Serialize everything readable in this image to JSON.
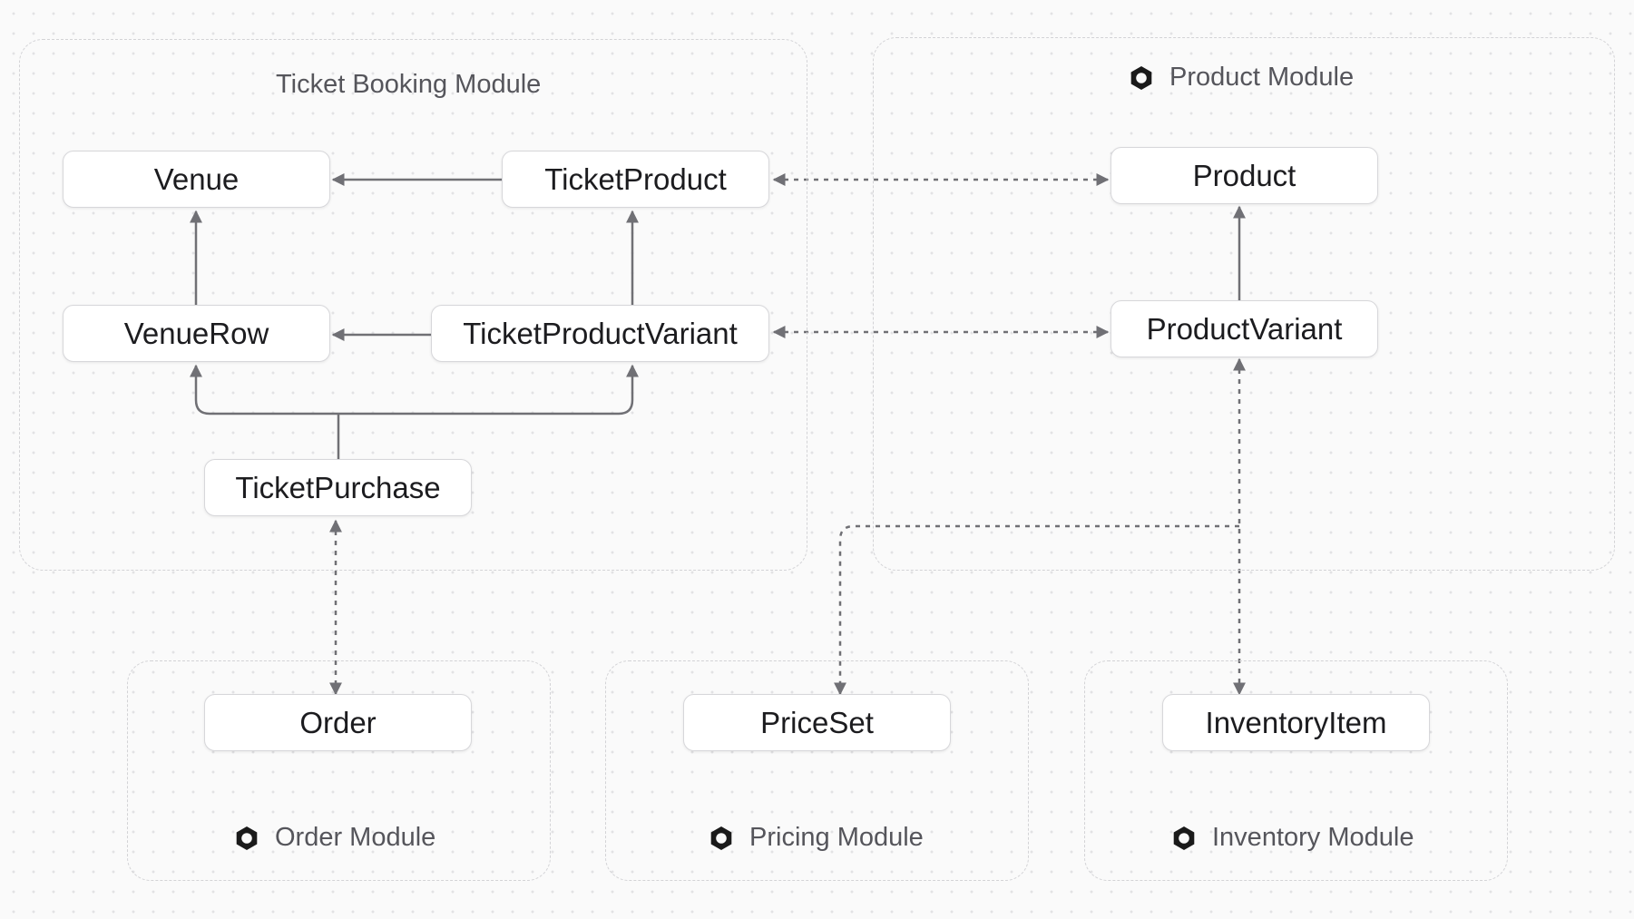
{
  "modules": {
    "ticket_booking": {
      "title": "Ticket Booking Module"
    },
    "product": {
      "title": "Product Module",
      "icon": "module-hexagon-icon"
    },
    "order": {
      "title": "Order Module",
      "icon": "module-hexagon-icon"
    },
    "pricing": {
      "title": "Pricing Module",
      "icon": "module-hexagon-icon"
    },
    "inventory": {
      "title": "Inventory Module",
      "icon": "module-hexagon-icon"
    }
  },
  "nodes": {
    "venue": "Venue",
    "ticket_product": "TicketProduct",
    "venue_row": "VenueRow",
    "ticket_product_variant": "TicketProductVariant",
    "ticket_purchase": "TicketPurchase",
    "product": "Product",
    "product_variant": "ProductVariant",
    "order": "Order",
    "price_set": "PriceSet",
    "inventory_item": "InventoryItem"
  },
  "edges": [
    {
      "from": "TicketProduct",
      "to": "Venue",
      "style": "solid"
    },
    {
      "from": "VenueRow",
      "to": "Venue",
      "style": "solid"
    },
    {
      "from": "TicketProductVariant",
      "to": "VenueRow",
      "style": "solid"
    },
    {
      "from": "TicketProductVariant",
      "to": "TicketProduct",
      "style": "solid"
    },
    {
      "from": "TicketPurchase",
      "to": "VenueRow",
      "style": "solid"
    },
    {
      "from": "TicketPurchase",
      "to": "TicketProductVariant",
      "style": "solid"
    },
    {
      "from": "ProductVariant",
      "to": "Product",
      "style": "solid"
    },
    {
      "from": "TicketProduct",
      "to": "Product",
      "style": "dashed-bidirectional"
    },
    {
      "from": "TicketProductVariant",
      "to": "ProductVariant",
      "style": "dashed-bidirectional"
    },
    {
      "from": "TicketPurchase",
      "to": "Order",
      "style": "dashed-bidirectional"
    },
    {
      "from": "ProductVariant",
      "to": "PriceSet",
      "style": "dashed-bidirectional"
    },
    {
      "from": "ProductVariant",
      "to": "InventoryItem",
      "style": "dashed-bidirectional"
    }
  ],
  "colors": {
    "background": "#fafafa",
    "edge": "#707075",
    "module_border": "#d3d3d6",
    "node_border": "#d7d7da",
    "icon": "#1a1a1a"
  }
}
